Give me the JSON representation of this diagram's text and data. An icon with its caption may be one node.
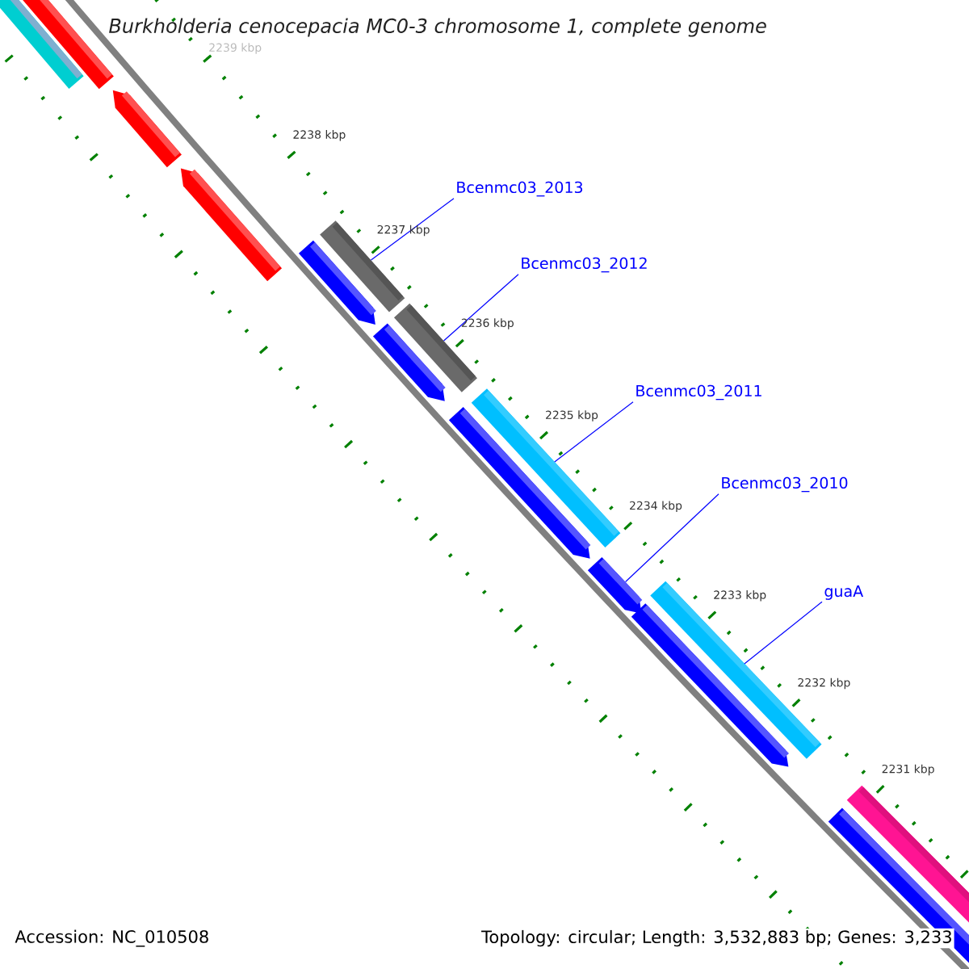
{
  "diagram": {
    "title": "Burkholderia cenocepacia MC0-3 chromosome 1, complete genome",
    "nodes": [
      {
        "text": [
          "Bcenmc03_2013"
        ]
      },
      {
        "text": [
          "Bcenmc03_2012"
        ]
      },
      {
        "text": [
          "Bcenmc03_2011"
        ]
      },
      {
        "text": [
          "Bcenmc03_2010"
        ]
      },
      {
        "text": [
          "guaA"
        ]
      },
      {
        "text": [],
        "shape": "bar"
      },
      {
        "text": [],
        "shape": "bar"
      },
      {
        "text": [],
        "shape": "bar"
      },
      {
        "text": [],
        "shape": "bar"
      },
      {
        "text": [],
        "shape": "bar"
      }
    ],
    "edges": [
      {
        "from": 0,
        "to": 5,
        "arrow": "none"
      },
      {
        "from": 1,
        "to": 6,
        "arrow": "none"
      },
      {
        "from": 2,
        "to": 7,
        "arrow": "none"
      },
      {
        "from": 3,
        "to": 8,
        "arrow": "none"
      },
      {
        "from": 4,
        "to": 9,
        "arrow": "none"
      }
    ],
    "labels": [
      "2239 kbp",
      "2238 kbp",
      "2237 kbp",
      "2236 kbp",
      "2235 kbp",
      "2234 kbp",
      "2233 kbp",
      "2232 kbp",
      "2231 kbp",
      "Accession: NC_010508",
      "Topology: circular; Length: 3,532,883 bp; Genes: 3,233"
    ]
  }
}
